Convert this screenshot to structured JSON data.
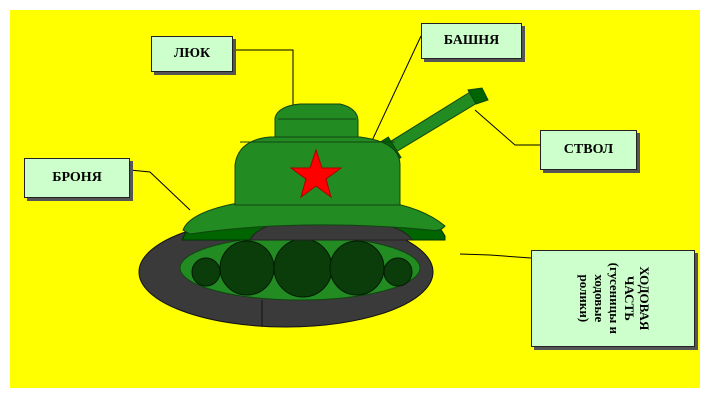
{
  "colors": {
    "background": "#ffff00",
    "hull_green": "#228b22",
    "dark_green": "#006400",
    "wheel": "#0b3d0b",
    "track": "#3a3a3a",
    "star": "#ff0000",
    "label_bg": "#ccffcc"
  },
  "labels": {
    "hatch": "ЛЮК",
    "turret": "БАШНЯ",
    "barrel": "СТВОЛ",
    "armor": "БРОНЯ",
    "chassis": "ХОДОВАЯ ЧАСТЬ (гусеницы и ходовые ролики)"
  }
}
